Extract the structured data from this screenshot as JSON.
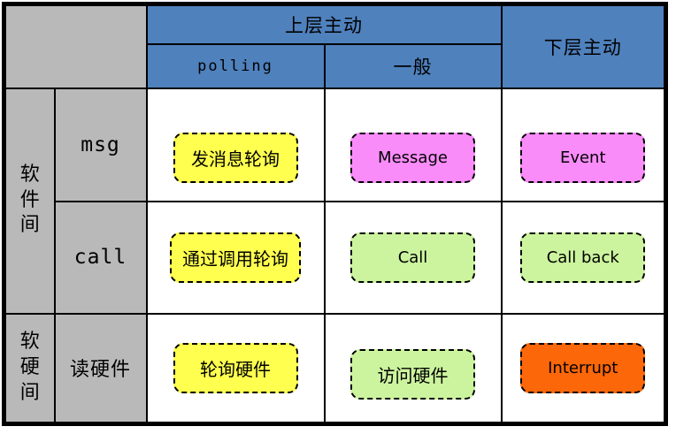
{
  "colors": {
    "header_blue": "#4f81bd",
    "label_gray": "#b9b9b9",
    "grid_black": "#000000",
    "box_yellow": "#ffff4f",
    "box_pink": "#fa8cfa",
    "box_green": "#ccf49e",
    "box_orange": "#fb6709"
  },
  "header": {
    "upper_active": "上层主动",
    "lower_active": "下层主动",
    "sub_cols": [
      "polling",
      "一般"
    ]
  },
  "groups": [
    {
      "label": "软件间"
    },
    {
      "label": "软硬间"
    }
  ],
  "rows": [
    {
      "label": "msg",
      "boxes": [
        {
          "label": "发消息轮询",
          "color": "box_yellow"
        },
        {
          "label": "Message",
          "color": "box_pink"
        },
        {
          "label": "Event",
          "color": "box_pink"
        }
      ]
    },
    {
      "label": "call",
      "boxes": [
        {
          "label": "通过调用轮询",
          "color": "box_yellow"
        },
        {
          "label": "Call",
          "color": "box_green"
        },
        {
          "label": "Call back",
          "color": "box_green"
        }
      ]
    },
    {
      "label": "读硬件",
      "boxes": [
        {
          "label": "轮询硬件",
          "color": "box_yellow"
        },
        {
          "label": "访问硬件",
          "color": "box_green"
        },
        {
          "label": "Interrupt",
          "color": "box_orange"
        }
      ]
    }
  ]
}
